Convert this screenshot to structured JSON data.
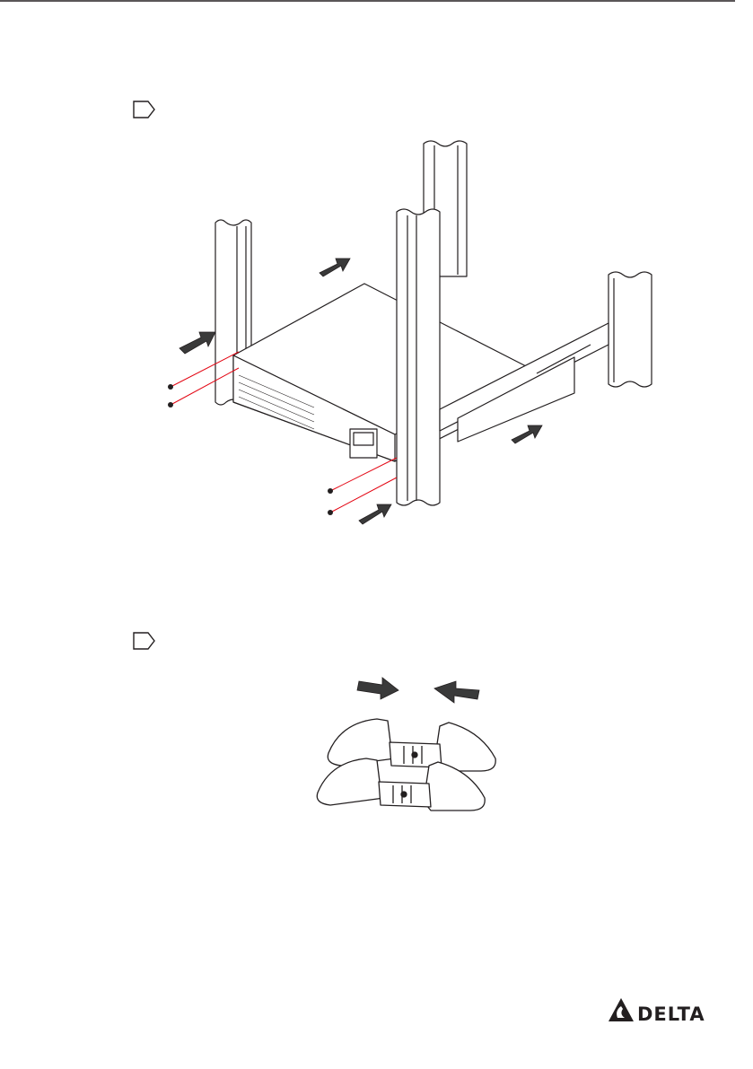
{
  "page": {
    "rule_color": "#231f20"
  },
  "steps": [
    {
      "marker": "step-1-marker",
      "figure": "rack-installation"
    },
    {
      "marker": "step-2-marker",
      "figure": "foot-stand-assembly"
    }
  ],
  "brand": {
    "name": "DELTA",
    "color": "#231f20"
  },
  "colors": {
    "line": "#231f20",
    "screw_line": "#e30613",
    "arrow_fill": "#3a3a3a"
  }
}
